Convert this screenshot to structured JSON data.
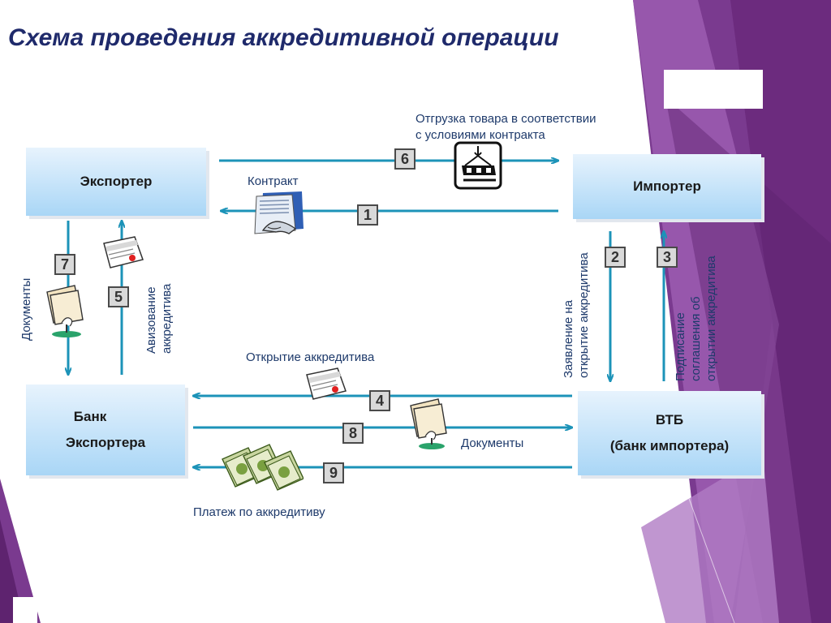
{
  "title": "Схема проведения аккредитивной операции",
  "nodes": {
    "exporter": "Экспортер",
    "importer": "Импортер",
    "exporter_bank_line1": "Банк",
    "exporter_bank_line2": "Экспортера",
    "importer_bank_line1": "ВТБ",
    "importer_bank_line2": "(банк импортера)"
  },
  "steps": [
    "1",
    "2",
    "3",
    "4",
    "5",
    "6",
    "7",
    "8",
    "9"
  ],
  "labels": {
    "shipment_line1": "Отгрузка товара в соответствии",
    "shipment_line2": "с условиями контракта",
    "contract": "Контракт",
    "opening": "Открытие аккредитива",
    "documents_bottom": "Документы",
    "payment": "Платеж по аккредитиву",
    "documents_left": "Документы",
    "advising_line1": "Авизование",
    "advising_line2": "аккредитива",
    "application_line1": "Заявление на",
    "application_line2": "открытие аккредитива",
    "signing_line1": "Подписание",
    "signing_line2": "соглашения об",
    "signing_line3": "открытии аккредитива"
  },
  "colors": {
    "arrow": "#1c93b8",
    "title": "#1f2a6b",
    "label": "#1e3a6b",
    "purple_dark": "#6c2b7e",
    "purple_mid": "#8e4aa0",
    "purple_light": "#b57bc5"
  },
  "icons": [
    "crane-cargo-icon",
    "handshake-contract-icon",
    "document-seal-icon",
    "documents-folder-icon",
    "money-bills-icon"
  ]
}
